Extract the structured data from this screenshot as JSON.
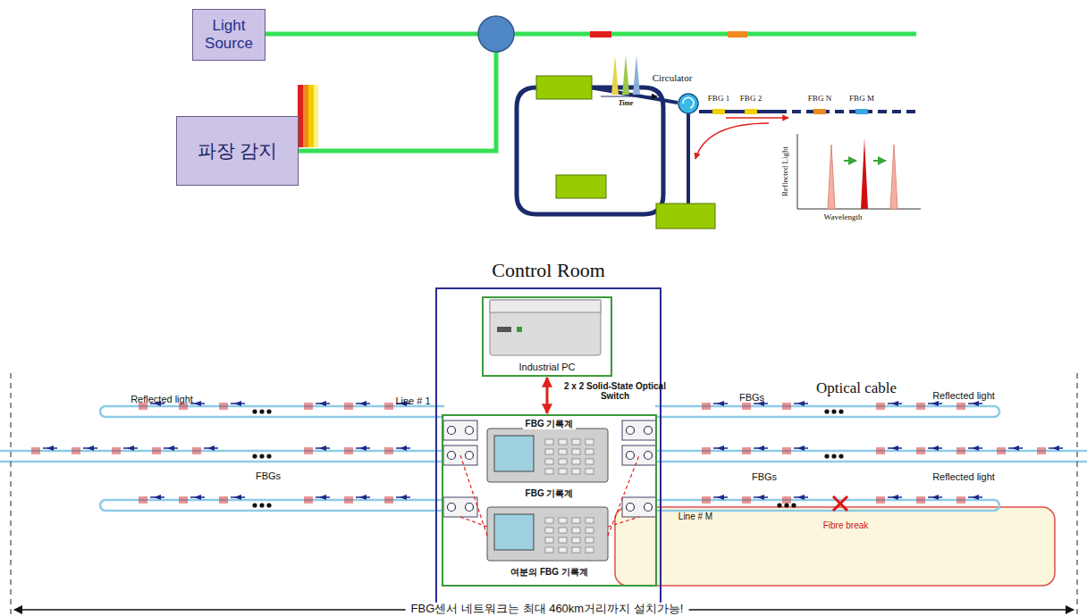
{
  "diagram": {
    "nodes": [
      {
        "text": [
          "Light Source"
        ]
      },
      {
        "text": [
          "파장 감지"
        ]
      },
      {
        "text": [
          "Control Room"
        ]
      },
      {
        "text": [
          "Industrial PC"
        ],
        "in": 2
      },
      {
        "text": [
          "FBG 기록계",
          "FBG 기록계",
          "여분의 FBG 기록계"
        ],
        "in": 2
      }
    ],
    "edges": [
      {
        "from": 0,
        "to": 1,
        "arrow": "none"
      },
      {
        "from": 3,
        "to": 4,
        "arrow": "both"
      }
    ],
    "labels": [
      "Circulator",
      "Time",
      "FBG 1",
      "FBG 2",
      "FBG N",
      "FBG M",
      "Reflected Light",
      "Wavelength",
      "Reflected light",
      "Line # 1",
      "2 x 2 Solid-State Optical Switch",
      "FBGs",
      "Optical cable",
      "Reflected light",
      "FBGs",
      "FBGs",
      "Reflected light",
      "Line # M",
      "Fibre break",
      "FBG센서 네트워크는 최대 460km거리까지 설치가능!"
    ]
  }
}
